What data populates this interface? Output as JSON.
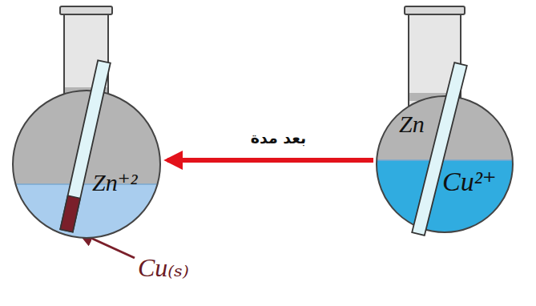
{
  "diagram": {
    "nodes": [
      {
        "text": [
          "Zn⁺²"
        ]
      },
      {
        "text": [
          "Zn",
          "Cu²⁺"
        ]
      }
    ],
    "edges": [
      {
        "from": 1,
        "to": 0,
        "arrow": "to",
        "label": "بعد مدة"
      }
    ],
    "labels": [
      "Cu₍ₛ₎"
    ]
  }
}
